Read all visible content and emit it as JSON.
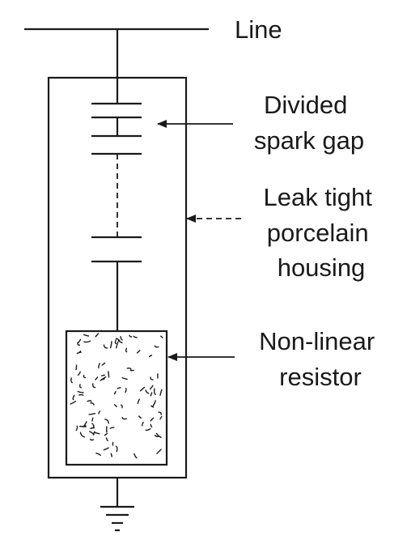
{
  "labels": {
    "line": "Line",
    "spark_gap": [
      "Divided",
      "spark gap"
    ],
    "housing": [
      "Leak tight",
      "porcelain",
      "housing"
    ],
    "resistor": [
      "Non-linear",
      "resistor"
    ]
  },
  "colors": {
    "ink": "#1a1a1a",
    "background": "#ffffff"
  }
}
